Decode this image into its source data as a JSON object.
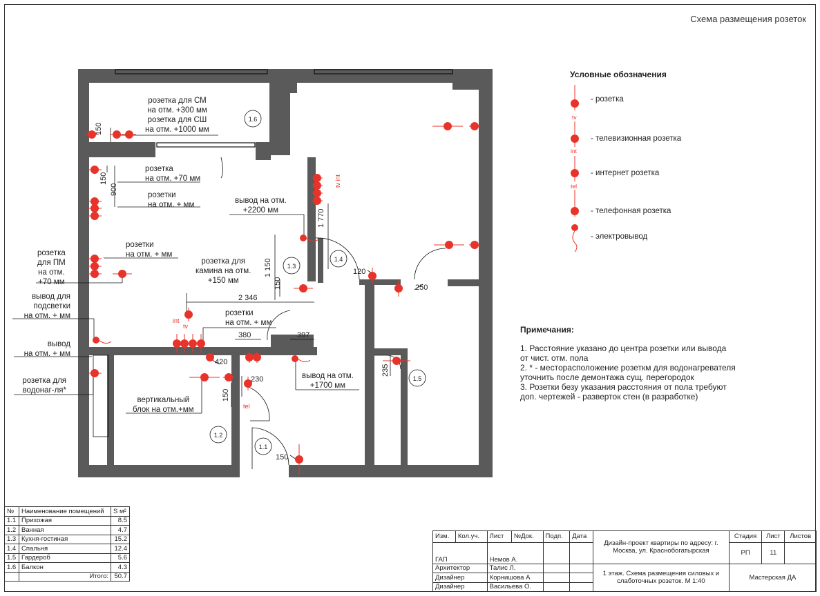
{
  "sheet_title": "Схема размещения розеток",
  "legend": {
    "title": "Условные обозначения",
    "items": [
      {
        "tag": "",
        "label": "- розетка"
      },
      {
        "tag": "tv",
        "label": "- телевизионная розетка"
      },
      {
        "tag": "int",
        "label": "- интернет розетка"
      },
      {
        "tag": "tel",
        "label": "- телефонная розетка"
      },
      {
        "tag": "",
        "label": "- электровывод"
      }
    ]
  },
  "notes": {
    "title": "Примечания:",
    "lines": [
      "1. Расстояние указано до центра розетки или вывода",
      "от чист. отм. пола",
      "2. * - месторасположение розеткм для водонагревателя",
      "уточнить после демонтажа сущ. перегородок",
      "3. Розетки безу указания расстояния от пола требуют",
      "доп. чертежей - разверток стен (в разработке)"
    ]
  },
  "plan": {
    "room_tags": [
      "1.6",
      "1.3",
      "1.4",
      "1.5",
      "1.2",
      "1.1"
    ],
    "labels": {
      "sm1": "розетка для СМ",
      "sm2": "на отм. +300 мм",
      "sh1": "розетка для СШ",
      "sh2": "на отм. +1000 мм",
      "r70a": "розетка",
      "r70b": "на отм. +70 мм",
      "rmm1a": "розетки",
      "rmm1b": "на отм. + мм",
      "vyvod2200a": "вывод на отм.",
      "vyvod2200b": "+2200 мм",
      "pm1": "розетка",
      "pm2": "для ПМ",
      "pm3": "на отм.",
      "pm4": "+70 мм",
      "rmm2a": "розетки",
      "rmm2b": "на отм. + мм",
      "kam1": "розетка для",
      "kam2": "камина на отм.",
      "kam3": "+150 мм",
      "pods1": "вывод для",
      "pods2": "подсветки",
      "pods3": "на отм. + мм",
      "rmm3a": "розетки",
      "rmm3b": "на отм. + мм",
      "vyv1": "вывод",
      "vyv2": "на отм. + мм",
      "vodo1": "розетка для",
      "vodo2": "водонаг-ля*",
      "vyvod1700a": "вывод на отм.",
      "vyvod1700b": "+1700 мм",
      "vert1": "вертикальный",
      "vert2": "блок на отм.+мм"
    },
    "tags": {
      "int1": "int",
      "tv1": "tv",
      "tvint": "tv int",
      "tel1": "tel"
    },
    "dims": {
      "d150a": "150",
      "d900": "900",
      "d150b": "150",
      "d1770": "1 770",
      "d1150": "1 150",
      "d150c": "150",
      "d2346": "2 346",
      "d120": "120",
      "d250": "250",
      "d380": "380",
      "d397": "397",
      "d420": "420",
      "d230": "230",
      "d150d": "150",
      "d235": "235",
      "d150e": "150"
    }
  },
  "rooms_table": {
    "headers": [
      "№",
      "Наименование помещений",
      "S м²"
    ],
    "rows": [
      [
        "1.1",
        "Прихожая",
        "8.5"
      ],
      [
        "1.2",
        "Ванная",
        "4.7"
      ],
      [
        "1.3",
        "Кухня-гостиная",
        "15.2"
      ],
      [
        "1.4",
        "Спальня",
        "12.4"
      ],
      [
        "1.5",
        "Гардероб",
        "5.6"
      ],
      [
        "1.6",
        "Балкон",
        "4.3"
      ],
      [
        "",
        "Итого:",
        "50.7"
      ]
    ]
  },
  "stamp": {
    "col_izm": "Изм.",
    "col_kol": "Кол.уч.",
    "col_list": "Лист",
    "col_ndok": "№Док.",
    "col_podp": "Подп.",
    "col_data": "Дата",
    "project": "Дизайн-проект квартиры по адресу: г. Москва, ул. Краснобогатырская",
    "stadia_h": "Стадия",
    "list_h": "Лист",
    "listov_h": "Листов",
    "stadia": "РП",
    "list": "11",
    "listov": "",
    "people": [
      {
        "role": "ГАП",
        "name": "Немов А."
      },
      {
        "role": "Архитектор",
        "name": "Талис Л."
      },
      {
        "role": "Дизайнер",
        "name": "Корнишова А"
      },
      {
        "role": "Дизайнер",
        "name": "Васильева О."
      }
    ],
    "sheet_name": "1 этаж. Схема размещения силовых и слаботочных розеток. М 1:40",
    "studio": "Мастерская ДА"
  },
  "colors": {
    "wall": "#5a5a5a",
    "socket": "#e8332a",
    "line": "#111111"
  }
}
